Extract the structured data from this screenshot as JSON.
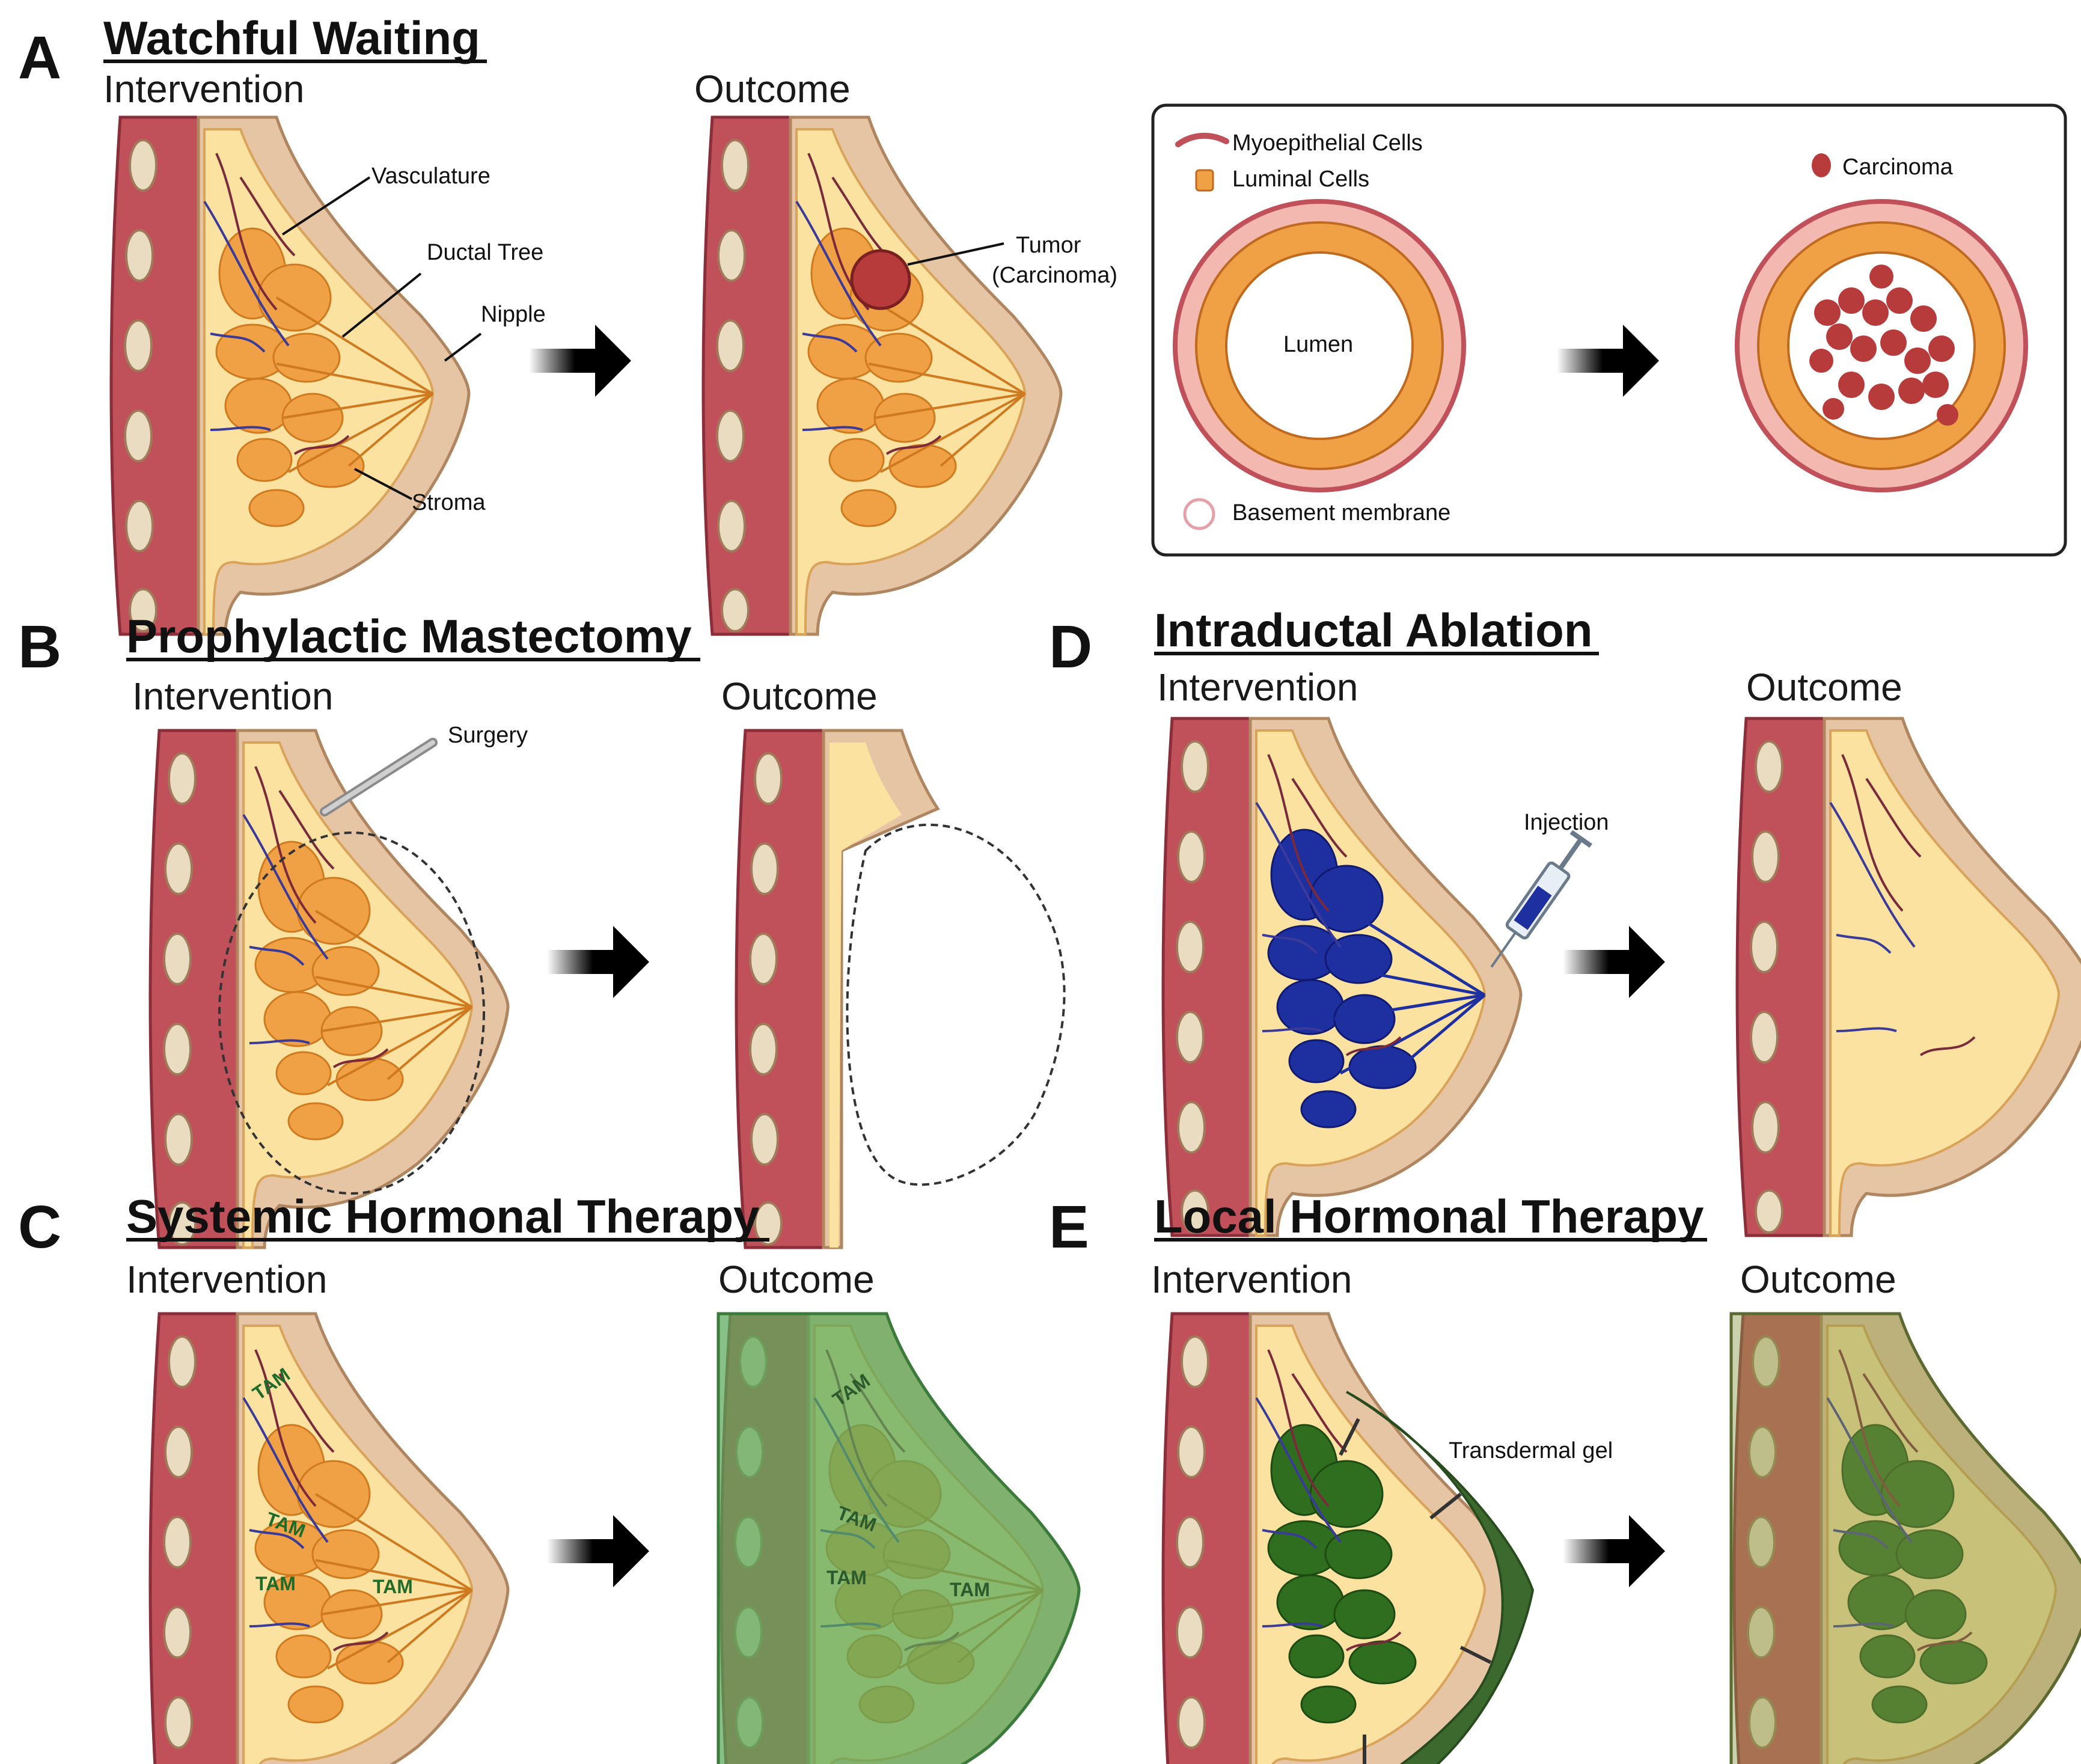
{
  "panels": {
    "A": {
      "letter": "A",
      "title": "Watchful Waiting",
      "intervention": "Intervention",
      "outcome": "Outcome",
      "labels": {
        "vasculature": "Vasculature",
        "ductal_tree": "Ductal Tree",
        "nipple": "Nipple",
        "stroma": "Stroma",
        "tumor_line1": "Tumor",
        "tumor_line2": "(Carcinoma)"
      },
      "inset": {
        "myoepithelial": "Myoepithelial Cells",
        "luminal": "Luminal  Cells",
        "lumen": "Lumen",
        "basement": "Basement membrane",
        "carcinoma": "Carcinoma"
      }
    },
    "B": {
      "letter": "B",
      "title": "Prophylactic Mastectomy",
      "intervention": "Intervention",
      "outcome": "Outcome",
      "labels": {
        "surgery": "Surgery"
      }
    },
    "C": {
      "letter": "C",
      "title": "Systemic Hormonal Therapy",
      "intervention": "Intervention",
      "outcome": "Outcome",
      "labels": {
        "tam": "TAM"
      }
    },
    "D": {
      "letter": "D",
      "title": "Intraductal Ablation",
      "intervention": "Intervention",
      "outcome": "Outcome",
      "labels": {
        "injection": "Injection"
      }
    },
    "E": {
      "letter": "E",
      "title": "Local Hormonal Therapy",
      "intervention": "Intervention",
      "outcome": "Outcome",
      "labels": {
        "gel": "Transdermal gel"
      }
    }
  },
  "colors": {
    "muscle": "#c0505a",
    "skin": "#e6c5a5",
    "fat": "#fbe2a0",
    "duct": "#f0a045",
    "ablation": "#1e2fa0",
    "systemic": "#5aa95a",
    "local": "#2f6e1f"
  }
}
